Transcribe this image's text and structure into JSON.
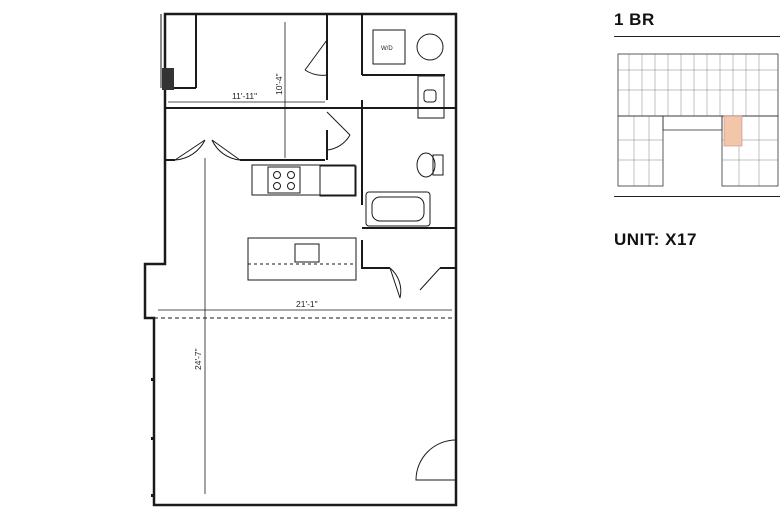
{
  "unit_type": "1 BR",
  "unit_name": "UNIT: X17",
  "dimensions": {
    "bedroom_width": "11'-11\"",
    "bedroom_depth": "10'-4\"",
    "living_width": "21'-1\"",
    "living_depth": "24'-7\""
  },
  "appliance_labels": {
    "washer_dryer": "W/D"
  },
  "colors": {
    "wall": "#1a1a1a",
    "highlight_unit": "#f2c6a8"
  }
}
